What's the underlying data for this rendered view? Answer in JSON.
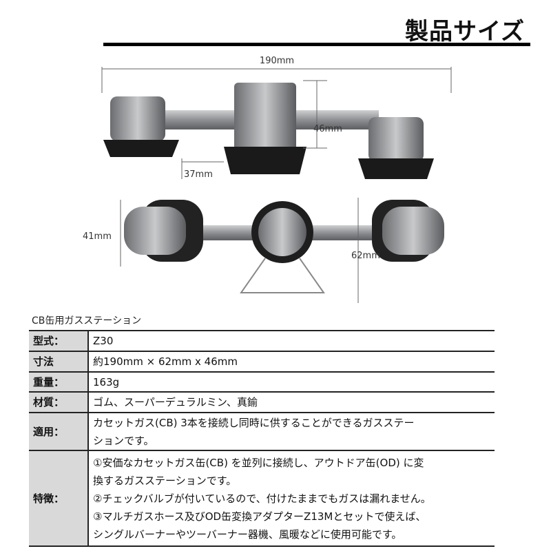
{
  "header": {
    "title": "製品サイズ"
  },
  "dimensions": {
    "width": "190mm",
    "height": "46mm",
    "base": "37mm",
    "side": "41mm",
    "depth": "62mm"
  },
  "subtitle": "CB缶用ガスステーション",
  "specs": [
    {
      "label": "型式：",
      "value": [
        "Z30"
      ]
    },
    {
      "label": "寸法",
      "value": [
        "約190mm × 62mm x 46mm"
      ]
    },
    {
      "label": "重量：",
      "value": [
        "163g"
      ]
    },
    {
      "label": "材質：",
      "value": [
        "ゴム、スーパーデュラルミン、真鍮"
      ]
    },
    {
      "label": "適用：",
      "value": [
        "カセットガス(CB) 3本を接続し同時に供することができるガスステー",
        "ションです。"
      ]
    },
    {
      "label": "特徴：",
      "value": [
        "①安価なカセットガス缶(CB) を並列に接続し、アウトドア缶(OD) に変",
        "換するガスステーションです。",
        "②チェックバルブが付いているので、付けたままでもガスは漏れません。",
        "③マルチガスホース及びOD缶変換アダプターZ13Mとセットで使えば、",
        "シングルバーナーやツーバーナー器機、風暖などに使用可能です。"
      ]
    }
  ]
}
